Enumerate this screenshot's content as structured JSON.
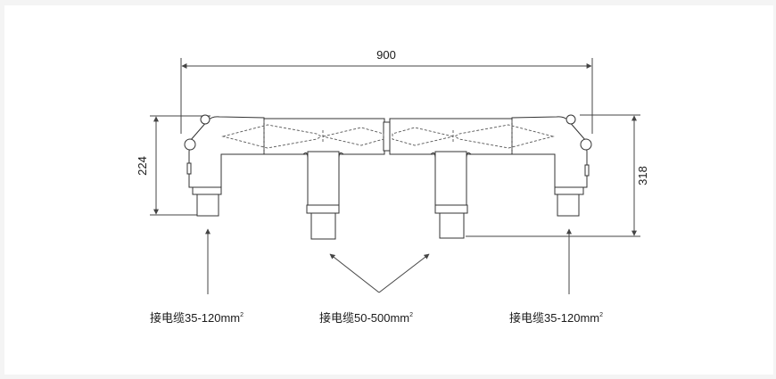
{
  "dimensions": {
    "width_label": "900",
    "left_height_label": "224",
    "right_height_label": "318"
  },
  "callouts": [
    {
      "text": "接电缆35-120mm",
      "superscript": "2"
    },
    {
      "text": "接电缆50-500mm",
      "superscript": "2"
    },
    {
      "text": "接电缆35-120mm",
      "superscript": "2"
    }
  ],
  "colors": {
    "background": "#f4f4f4",
    "panel": "#ffffff",
    "line": "#333333",
    "dim_line": "#444444"
  }
}
